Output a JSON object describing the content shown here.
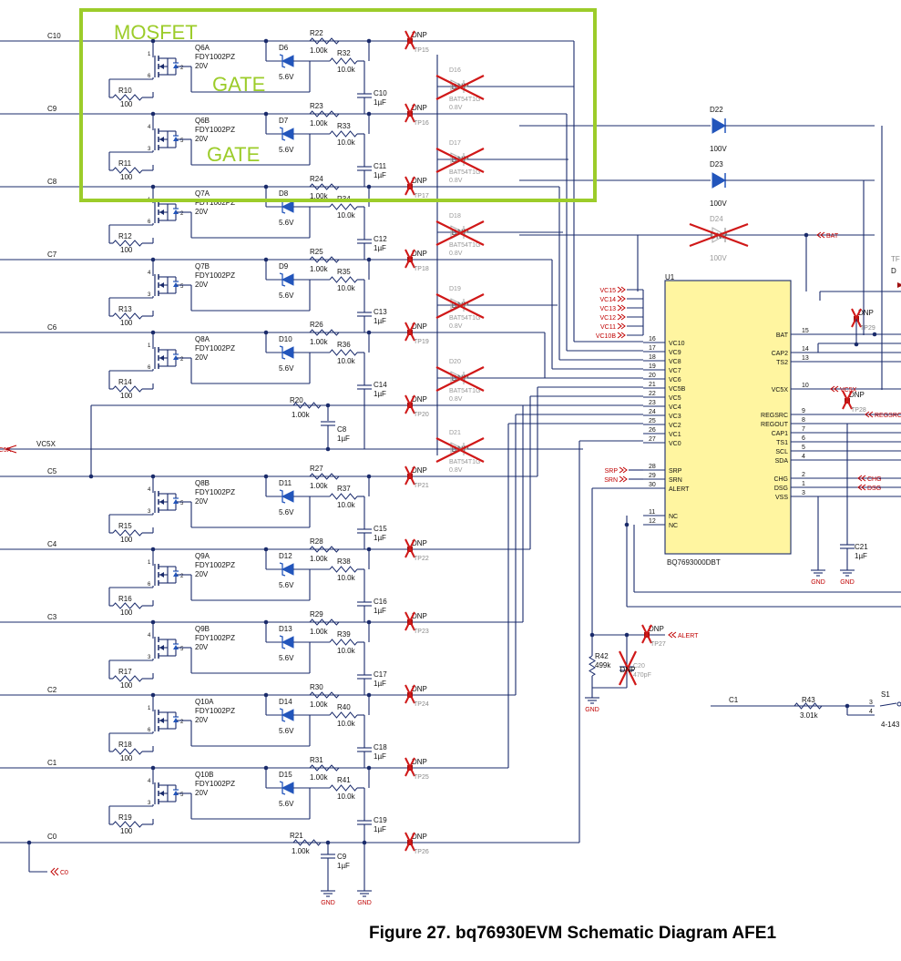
{
  "caption": "Figure 27. bq76930EVM Schematic Diagram AFE1",
  "annotations": {
    "mosfet": "MOSFET",
    "gate": "GATE"
  },
  "colors": {
    "wire": "#1a2b6b",
    "ref": "#111111",
    "net_label": "#c00000",
    "dnp_cross": "#d01818",
    "annotation": "#9ccc2a",
    "ic_fill": "#fff5a0",
    "diode": "#2255bb"
  },
  "dnp": "DNP",
  "gnd": "GND",
  "cells": [
    {
      "net": "C10",
      "q": "Q6A",
      "part": "FDY1002PZ",
      "v": "20V",
      "rg": "R10",
      "rgv": "100",
      "dz": "D6",
      "dzv": "5.6V",
      "r1": "R22",
      "r1v": "1.00k",
      "r2": "R32",
      "r2v": "10.0k",
      "cap": "C10",
      "capv": "1µF",
      "tp": "TP15",
      "p": [
        "6",
        "1",
        "2"
      ]
    },
    {
      "net": "C9",
      "q": "Q6B",
      "part": "FDY1002PZ",
      "v": "20V",
      "rg": "R11",
      "rgv": "100",
      "dz": "D7",
      "dzv": "5.6V",
      "r1": "R23",
      "r1v": "1.00k",
      "r2": "R33",
      "r2v": "10.0k",
      "cap": "C11",
      "capv": "1µF",
      "tp": "TP16",
      "p": [
        "3",
        "4",
        "5"
      ]
    },
    {
      "net": "C8",
      "q": "Q7A",
      "part": "FDY1002PZ",
      "v": "20V",
      "rg": "R12",
      "rgv": "100",
      "dz": "D8",
      "dzv": "5.6V",
      "r1": "R24",
      "r1v": "1.00k",
      "r2": "R34",
      "r2v": "10.0k",
      "cap": "C12",
      "capv": "1µF",
      "tp": "TP17",
      "p": [
        "6",
        "1",
        "2"
      ]
    },
    {
      "net": "C7",
      "q": "Q7B",
      "part": "FDY1002PZ",
      "v": "20V",
      "rg": "R13",
      "rgv": "100",
      "dz": "D9",
      "dzv": "5.6V",
      "r1": "R25",
      "r1v": "1.00k",
      "r2": "R35",
      "r2v": "10.0k",
      "cap": "C13",
      "capv": "1µF",
      "tp": "TP18",
      "p": [
        "3",
        "4",
        "5"
      ]
    },
    {
      "net": "C6",
      "q": "Q8A",
      "part": "FDY1002PZ",
      "v": "20V",
      "rg": "R14",
      "rgv": "100",
      "dz": "D10",
      "dzv": "5.6V",
      "r1": "R26",
      "r1v": "1.00k",
      "r2": "R36",
      "r2v": "10.0k",
      "cap": "C14",
      "capv": "1µF",
      "tp": "TP19",
      "p": [
        "6",
        "1",
        "2"
      ]
    },
    {
      "net": "C5",
      "q": "Q8B",
      "part": "FDY1002PZ",
      "v": "20V",
      "rg": "R15",
      "rgv": "100",
      "dz": "D11",
      "dzv": "5.6V",
      "r1": "R27",
      "r1v": "1.00k",
      "r2": "R37",
      "r2v": "10.0k",
      "cap": "C15",
      "capv": "1µF",
      "tp": "TP21",
      "p": [
        "3",
        "4",
        "5"
      ]
    },
    {
      "net": "C4",
      "q": "Q9A",
      "part": "FDY1002PZ",
      "v": "20V",
      "rg": "R16",
      "rgv": "100",
      "dz": "D12",
      "dzv": "5.6V",
      "r1": "R28",
      "r1v": "1.00k",
      "r2": "R38",
      "r2v": "10.0k",
      "cap": "C16",
      "capv": "1µF",
      "tp": "TP22",
      "p": [
        "6",
        "1",
        "2"
      ]
    },
    {
      "net": "C3",
      "q": "Q9B",
      "part": "FDY1002PZ",
      "v": "20V",
      "rg": "R17",
      "rgv": "100",
      "dz": "D13",
      "dzv": "5.6V",
      "r1": "R29",
      "r1v": "1.00k",
      "r2": "R39",
      "r2v": "10.0k",
      "cap": "C17",
      "capv": "1µF",
      "tp": "TP23",
      "p": [
        "3",
        "4",
        "5"
      ]
    },
    {
      "net": "C2",
      "q": "Q10A",
      "part": "FDY1002PZ",
      "v": "20V",
      "rg": "R18",
      "rgv": "100",
      "dz": "D14",
      "dzv": "5.6V",
      "r1": "R30",
      "r1v": "1.00k",
      "r2": "R40",
      "r2v": "10.0k",
      "cap": "C18",
      "capv": "1µF",
      "tp": "TP24",
      "p": [
        "6",
        "1",
        "2"
      ]
    },
    {
      "net": "C1",
      "q": "Q10B",
      "part": "FDY1002PZ",
      "v": "20V",
      "rg": "R19",
      "rgv": "100",
      "dz": "D15",
      "dzv": "5.6V",
      "r1": "R31",
      "r1v": "1.00k",
      "r2": "R41",
      "r2v": "10.0k",
      "cap": "C19",
      "capv": "1µF",
      "tp": "TP25",
      "p": [
        "3",
        "4",
        "5"
      ]
    }
  ],
  "c0": {
    "net": "C0",
    "r": "R21",
    "rv": "1.00k",
    "cap": "C9",
    "capv": "1µF",
    "tp": "TP26",
    "label": "C0"
  },
  "vc5x_branch": {
    "net": "VC5X",
    "r": "R20",
    "rv": "1.00k",
    "cap": "C8",
    "capv": "1µF",
    "tp": "TP20"
  },
  "dnp_diodes": [
    {
      "ref": "D16",
      "part": "BAT54T1G",
      "v": "0.8V"
    },
    {
      "ref": "D17",
      "part": "BAT54T1G",
      "v": "0.8V"
    },
    {
      "ref": "D18",
      "part": "BAT54T1G",
      "v": "0.8V"
    },
    {
      "ref": "D19",
      "part": "BAT54T1G",
      "v": "0.8V"
    },
    {
      "ref": "D20",
      "part": "BAT54T1G",
      "v": "0.8V"
    },
    {
      "ref": "D21",
      "part": "BAT54T1G",
      "v": "0.8V"
    }
  ],
  "series_diodes": [
    {
      "ref": "D22",
      "v": "100V"
    },
    {
      "ref": "D23",
      "v": "100V"
    },
    {
      "ref": "D24",
      "v": "100V"
    }
  ],
  "ic": {
    "ref": "U1",
    "part": "BQ7693000DBT",
    "left_pins": [
      {
        "n": "16",
        "name": "VC10"
      },
      {
        "n": "17",
        "name": "VC9"
      },
      {
        "n": "18",
        "name": "VC8"
      },
      {
        "n": "19",
        "name": "VC7"
      },
      {
        "n": "20",
        "name": "VC6"
      },
      {
        "n": "21",
        "name": "VC5B"
      },
      {
        "n": "22",
        "name": "VC5"
      },
      {
        "n": "23",
        "name": "VC4"
      },
      {
        "n": "24",
        "name": "VC3"
      },
      {
        "n": "25",
        "name": "VC2"
      },
      {
        "n": "26",
        "name": "VC1"
      },
      {
        "n": "27",
        "name": "VC0"
      },
      {
        "n": "28",
        "name": "SRP"
      },
      {
        "n": "29",
        "name": "SRN"
      },
      {
        "n": "30",
        "name": "ALERT"
      },
      {
        "n": "11",
        "name": "NC"
      },
      {
        "n": "12",
        "name": "NC"
      }
    ],
    "right_pins": [
      {
        "n": "15",
        "name": "BAT"
      },
      {
        "n": "14",
        "name": "CAP2"
      },
      {
        "n": "13",
        "name": "TS2"
      },
      {
        "n": "10",
        "name": "VC5X"
      },
      {
        "n": "9",
        "name": "REGSRC"
      },
      {
        "n": "8",
        "name": "REGOUT"
      },
      {
        "n": "7",
        "name": "CAP1"
      },
      {
        "n": "6",
        "name": "TS1"
      },
      {
        "n": "5",
        "name": "SCL"
      },
      {
        "n": "4",
        "name": "SDA"
      },
      {
        "n": "2",
        "name": "CHG"
      },
      {
        "n": "1",
        "name": "DSG"
      },
      {
        "n": "3",
        "name": "VSS"
      }
    ]
  },
  "net_flags": {
    "vc_in": [
      "VC15",
      "VC14",
      "VC13",
      "VC12",
      "VC11",
      "VC10B"
    ],
    "srp": "SRP",
    "srn": "SRN",
    "vc5x": "VC5X",
    "bat": "BAT",
    "regsrc": "REGSRC",
    "chg": "CHG",
    "dsg": "DSG",
    "alert": "ALERT",
    "c0": "C0"
  },
  "misc": {
    "tp29": "TP29",
    "tp28": "TP28",
    "tp27": "TP27",
    "c21": "C21",
    "c21v": "1µF",
    "r42": "R42",
    "r42v": "499k",
    "c20": "C20",
    "c20v": "470pF",
    "r43": "R43",
    "r43v": "3.01k",
    "s1": "S1",
    "s1p": "4-143",
    "s1pin3": "3",
    "s1pin4": "4",
    "c1": "C1",
    "tf": "TF",
    "d": "D"
  }
}
